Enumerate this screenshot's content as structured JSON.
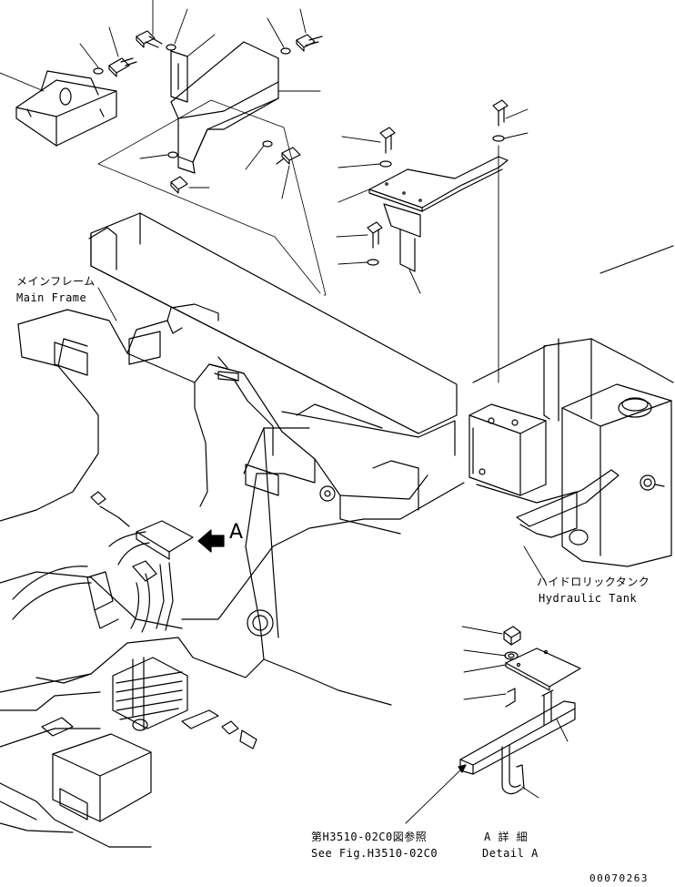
{
  "labels": {
    "main_frame_jp": "メインフレーム",
    "main_frame_en": "Main Frame",
    "hydraulic_tank_jp": "ハイドロリックタンク",
    "hydraulic_tank_en": "Hydraulic Tank",
    "view_marker": "A",
    "see_fig_jp": "第H3510-02C0図参照",
    "see_fig_en": "See Fig.H3510-02C0",
    "detail_jp": "A 詳 細",
    "detail_en": "Detail A",
    "drawing_number": "00070263"
  },
  "colors": {
    "line": "#000000",
    "background": "#ffffff"
  }
}
